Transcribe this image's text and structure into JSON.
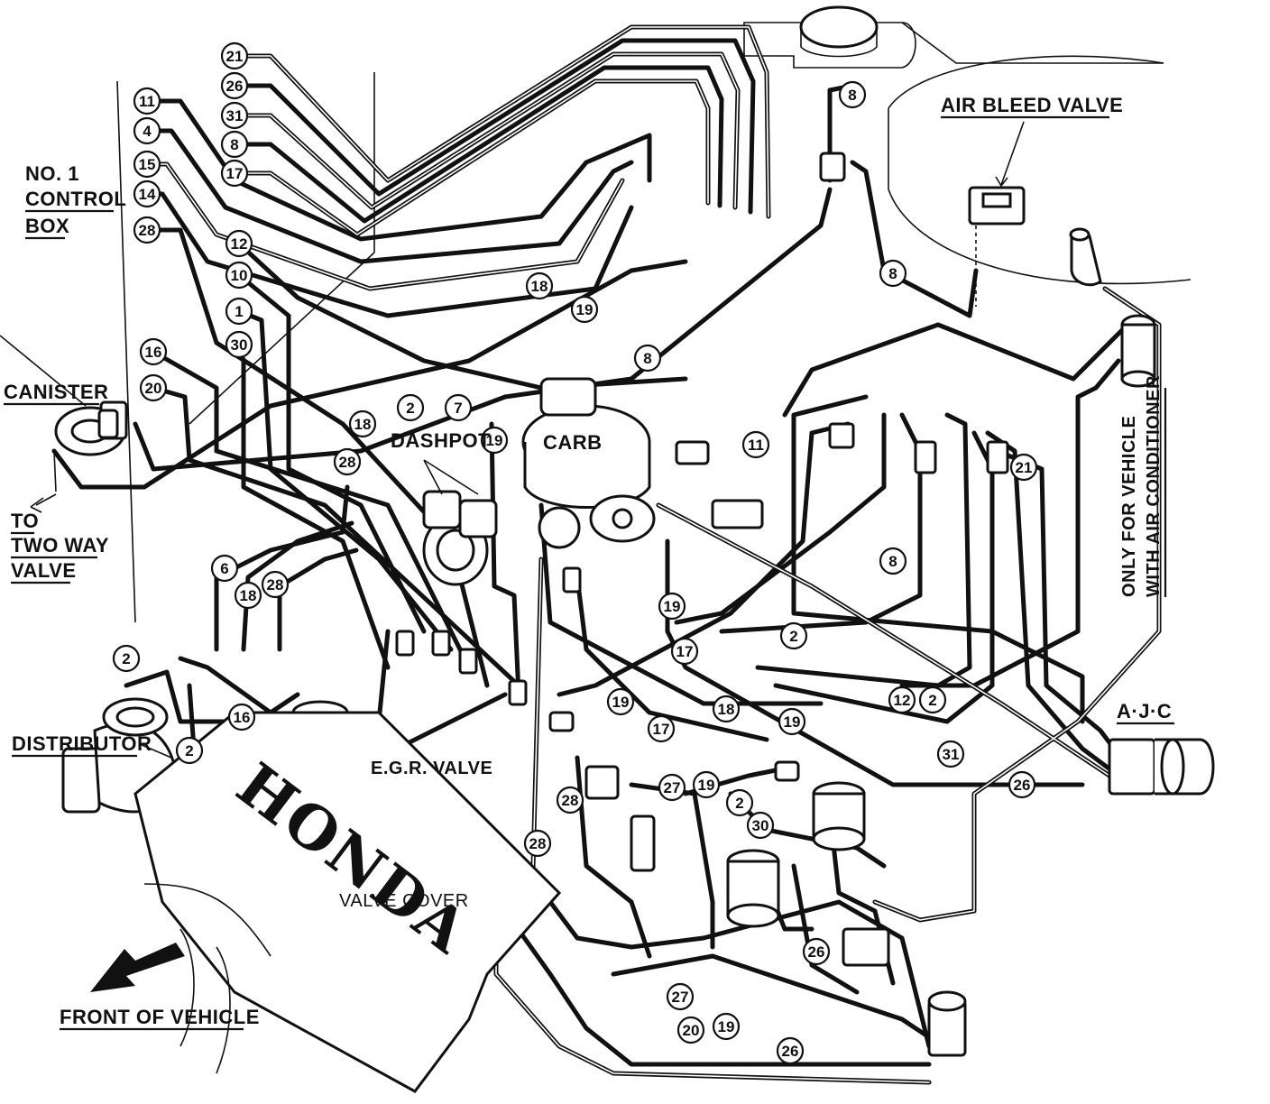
{
  "labels": {
    "control_box_line1": "NO. 1",
    "control_box_line2": "CONTROL",
    "control_box_line3": "BOX",
    "air_bleed_valve": "AIR BLEED VALVE",
    "canister": "CANISTER",
    "to_two_way_valve_line1": "TO",
    "to_two_way_valve_line2": "TWO WAY",
    "to_two_way_valve_line3": "VALVE",
    "dashpot": "DASHPOT",
    "carb": "CARB",
    "distributor": "DISTRIBUTOR",
    "egr_valve": "E.G.R. VALVE",
    "brand": "HONDA",
    "valve_cover": "VALVE COVER",
    "front_of_vehicle": "FRONT OF VEHICLE",
    "ajc": "A·J·C",
    "ac_note_line1": "ONLY FOR VEHICLE",
    "ac_note_line2": "WITH AIR CONDITIONER"
  },
  "hose_tags": {
    "t21a": "21",
    "t26a": "26",
    "t31a": "31",
    "t8a": "8",
    "t17a": "17",
    "t11a": "11",
    "t4": "4",
    "t15": "15",
    "t14": "14",
    "t28a": "28",
    "t12a": "12",
    "t10": "10",
    "t1": "1",
    "t30a": "30",
    "t16a": "16",
    "t20a": "20",
    "t18a": "18",
    "t19a": "19",
    "t8b": "8",
    "t8c": "8",
    "t8d": "8",
    "t2a": "2",
    "t7": "7",
    "t19b": "19",
    "t18b": "18",
    "t28b": "28",
    "t11b": "11",
    "t21b": "21",
    "t6": "6",
    "t18c": "18",
    "t28c": "28",
    "t8e": "8",
    "t19c": "19",
    "t17b": "17",
    "t2b": "2",
    "t2c": "2",
    "t16b": "16",
    "t2d": "2",
    "t19d": "19",
    "t18d": "18",
    "t17c": "17",
    "t19e": "19",
    "t12b": "12",
    "t2e": "2",
    "t31b": "31",
    "t26b": "26",
    "t27a": "27",
    "t19f": "19",
    "t28d": "28",
    "t2f": "2",
    "t30b": "30",
    "t28e": "28",
    "t26c": "26",
    "t27b": "27",
    "t20b": "20",
    "t19g": "19",
    "t26d": "26"
  }
}
